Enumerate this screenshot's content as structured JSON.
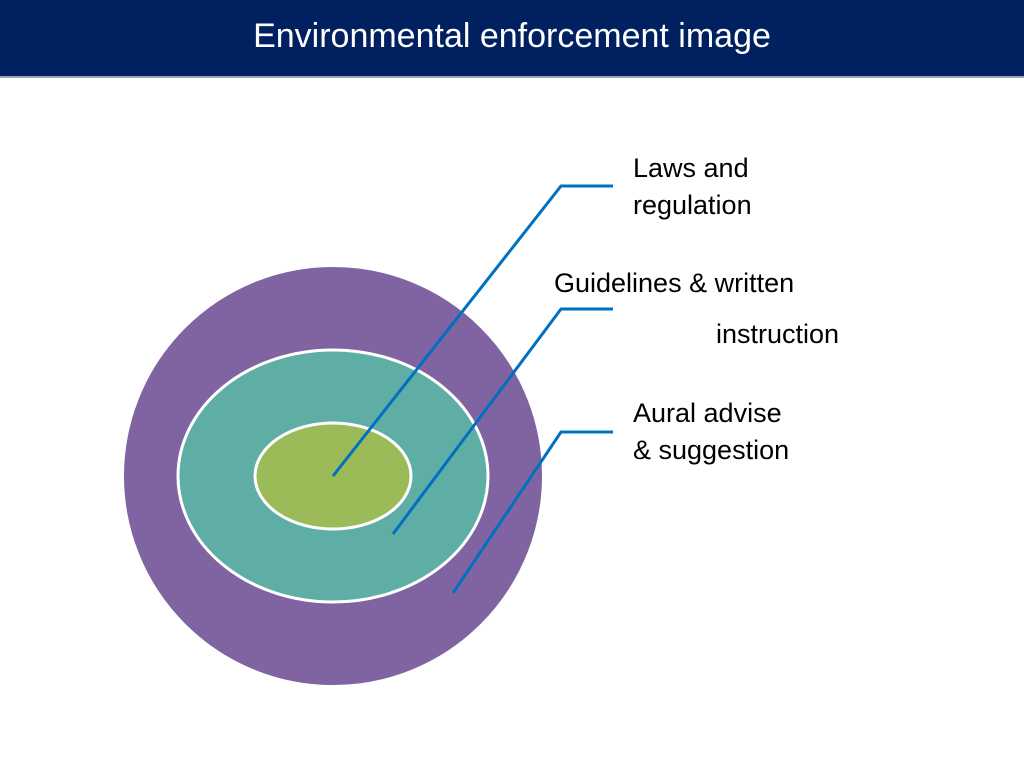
{
  "slide": {
    "title": "Environmental enforcement image"
  },
  "colors": {
    "title_bar": "#002060",
    "outer_ring": "#8064A2",
    "middle_ring": "#5FAEA6",
    "inner_core": "#9BBB59",
    "connector": "#0070C0"
  },
  "diagram": {
    "layers": [
      {
        "id": "outer",
        "lines": [
          "Aural advise",
          "& suggestion"
        ]
      },
      {
        "id": "middle",
        "lines": [
          "Guidelines & written",
          "instruction"
        ]
      },
      {
        "id": "inner",
        "lines": [
          "Laws and",
          "regulation"
        ]
      }
    ]
  }
}
